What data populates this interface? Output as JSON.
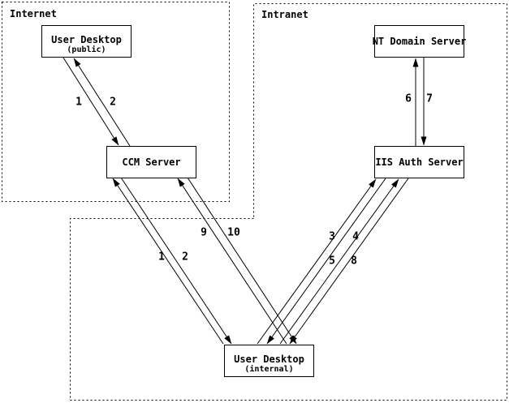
{
  "diagram": {
    "colors": {
      "line": "#000000",
      "background": "#ffffff"
    },
    "zones": [
      {
        "label": "Internet"
      },
      {
        "label": "Intranet"
      }
    ],
    "nodes": [
      {
        "title": "User Desktop",
        "subtitle": "(public)"
      },
      {
        "title": "CCM Server"
      },
      {
        "title": "NT Domain Server"
      },
      {
        "title": "IIS Auth Server"
      },
      {
        "title": "User Desktop",
        "subtitle": "(internal)"
      }
    ],
    "edge_labels": {
      "public_ccm": [
        "1",
        "2"
      ],
      "internal_ccm": [
        "1",
        "2"
      ],
      "internal_ccm_9_10": [
        "9",
        "10"
      ],
      "internal_iis_3_4": [
        "3",
        "4"
      ],
      "internal_iis_5_8": [
        "5",
        "8"
      ],
      "iis_nt": [
        "6",
        "7"
      ]
    }
  }
}
